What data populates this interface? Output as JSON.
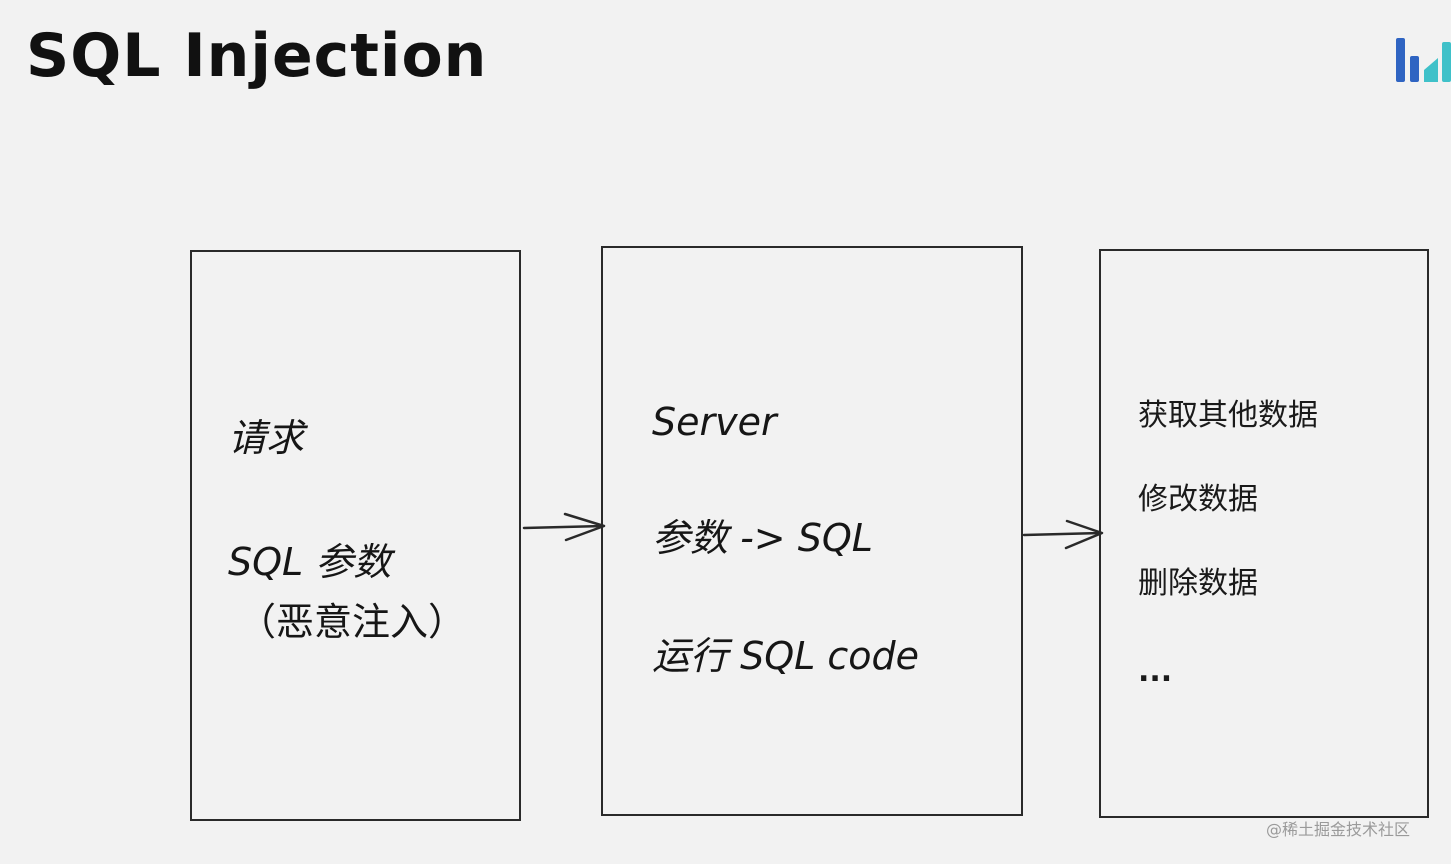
{
  "title": "SQL Injection",
  "boxes": {
    "request": {
      "line1": "请求",
      "line2": "SQL 参数",
      "line3": "（恶意注入）"
    },
    "server": {
      "line1": "Server",
      "line2": "参数 -> SQL",
      "line3": "运行 SQL code"
    },
    "results": {
      "items": [
        "获取其他数据",
        "修改数据",
        "删除数据",
        "..."
      ]
    }
  },
  "watermark": "@稀土掘金技术社区",
  "colors": {
    "background": "#f2f2f2",
    "stroke": "#2a2a2a",
    "logo_dark": "#2f64c2",
    "logo_light": "#3fc1c9"
  }
}
